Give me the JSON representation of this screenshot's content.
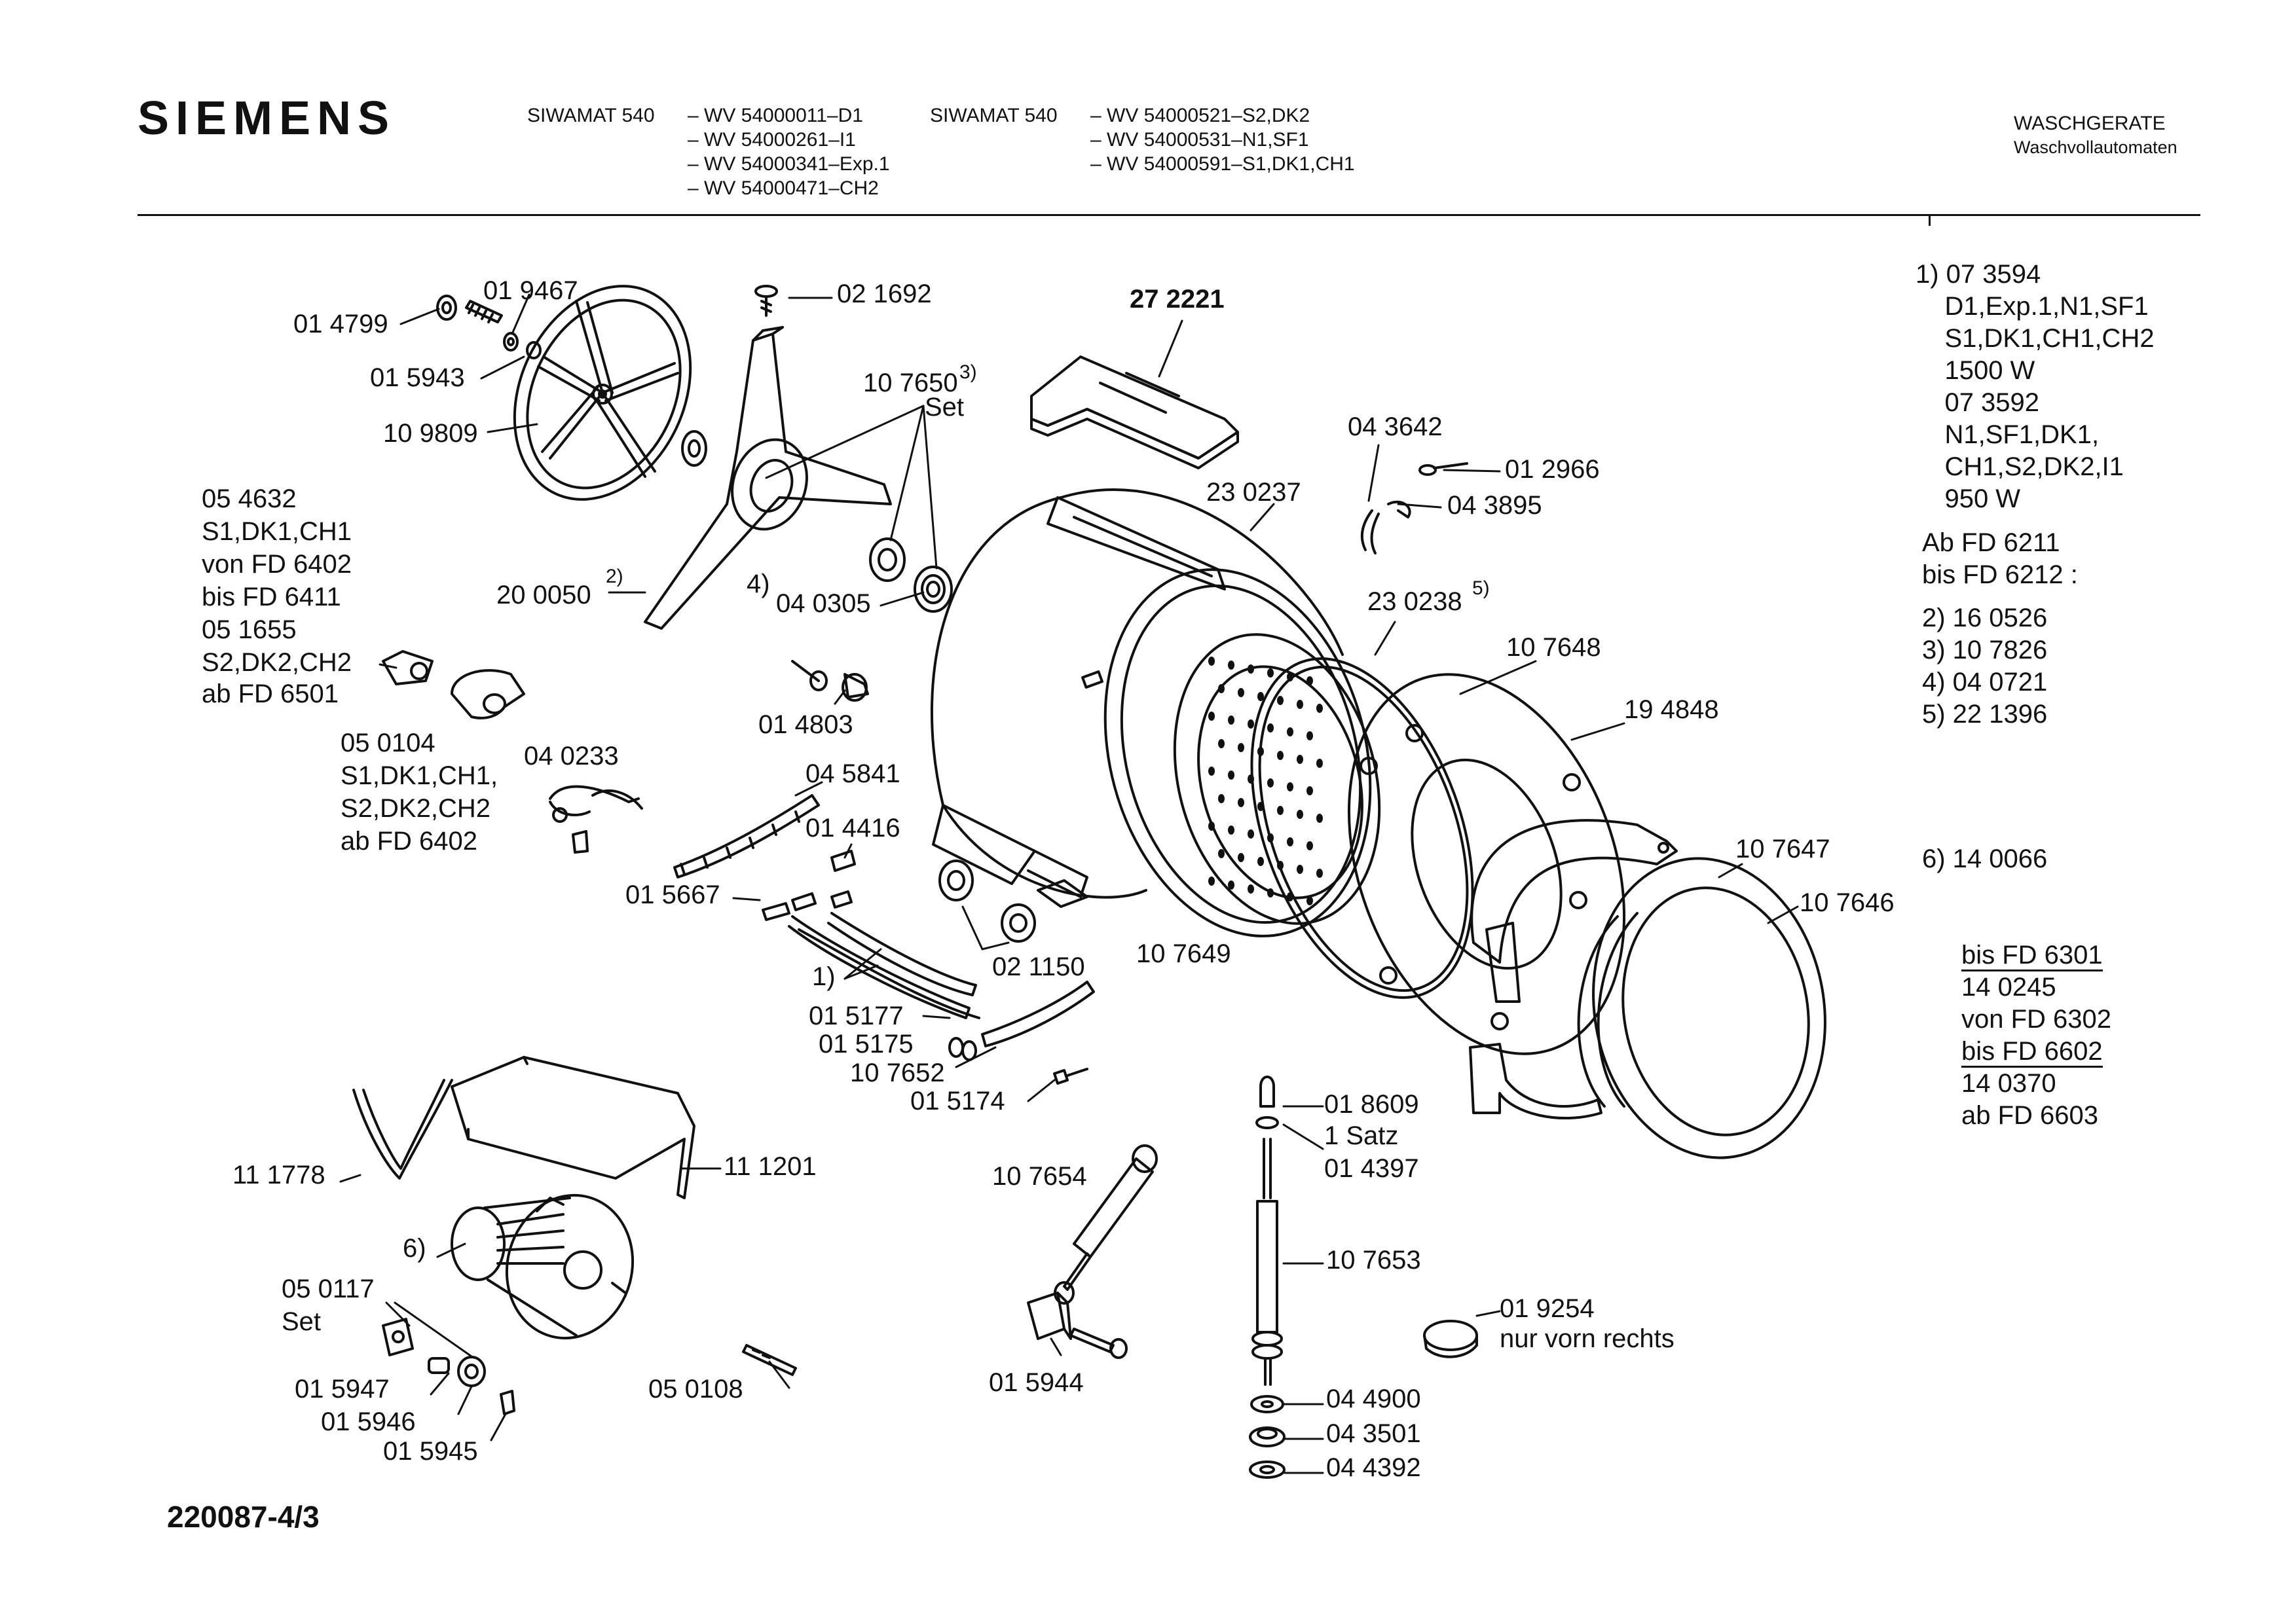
{
  "header": {
    "brand": "SIEMENS",
    "model_left": {
      "title": "SIWAMAT 540",
      "variants": [
        "– WV 54000011–D1",
        "– WV 54000261–I1",
        "– WV 54000341–Exp.1",
        "– WV 54000471–CH2"
      ]
    },
    "model_right": {
      "title": "SIWAMAT 540",
      "variants": [
        "– WV 54000521–S2,DK2",
        "– WV 54000531–N1,SF1",
        "– WV 54000591–S1,DK1,CH1"
      ]
    },
    "category": "WASCHGERATE",
    "subcategory": "Waschvollautomaten"
  },
  "document_number": "220087-4/3",
  "labels": [
    {
      "id": "l01",
      "text": "01 4799"
    },
    {
      "id": "l02",
      "text": "01 9467"
    },
    {
      "id": "l03",
      "text": "01 5943"
    },
    {
      "id": "l04",
      "text": "10 9809"
    },
    {
      "id": "l05",
      "text": "02 1692"
    },
    {
      "id": "l06",
      "text": "10 7650"
    },
    {
      "id": "l07",
      "text": "3)"
    },
    {
      "id": "l08",
      "text": "Set"
    },
    {
      "id": "l09",
      "text": "27 2221"
    },
    {
      "id": "l10",
      "text": "04 3642"
    },
    {
      "id": "l11",
      "text": "01 2966"
    },
    {
      "id": "l12",
      "text": "04 3895"
    },
    {
      "id": "l13",
      "text": "23 0237"
    },
    {
      "id": "l14",
      "text": "23 0238"
    },
    {
      "id": "l15",
      "text": "5)"
    },
    {
      "id": "l16",
      "text": "10 7648"
    },
    {
      "id": "l17",
      "text": "19 4848"
    },
    {
      "id": "l18",
      "text": "10 7647"
    },
    {
      "id": "l19",
      "text": "10 7646"
    },
    {
      "id": "l20",
      "text": "05 4632"
    },
    {
      "id": "l21",
      "text": "S1,DK1,CH1"
    },
    {
      "id": "l22",
      "text": "von FD 6402"
    },
    {
      "id": "l23",
      "text": "bis FD 6411"
    },
    {
      "id": "l24",
      "text": "05 1655"
    },
    {
      "id": "l25",
      "text": "S2,DK2,CH2"
    },
    {
      "id": "l26",
      "text": "ab FD 6501"
    },
    {
      "id": "l27",
      "text": "20 0050"
    },
    {
      "id": "l28",
      "text": "2)"
    },
    {
      "id": "l29",
      "text": "4)"
    },
    {
      "id": "l30",
      "text": "04 0305"
    },
    {
      "id": "l31",
      "text": "01 4803"
    },
    {
      "id": "l32",
      "text": "05 0104"
    },
    {
      "id": "l33",
      "text": "S1,DK1,CH1,"
    },
    {
      "id": "l34",
      "text": "S2,DK2,CH2"
    },
    {
      "id": "l35",
      "text": "ab FD 6402"
    },
    {
      "id": "l36",
      "text": "04 0233"
    },
    {
      "id": "l37",
      "text": "04 5841"
    },
    {
      "id": "l38",
      "text": "01 4416"
    },
    {
      "id": "l39",
      "text": "01 5667"
    },
    {
      "id": "l40",
      "text": "1)"
    },
    {
      "id": "l41",
      "text": "02 1150"
    },
    {
      "id": "l42",
      "text": "10 7649"
    },
    {
      "id": "l43",
      "text": "01 5177"
    },
    {
      "id": "l44",
      "text": "01 5175"
    },
    {
      "id": "l45",
      "text": "10 7652"
    },
    {
      "id": "l46",
      "text": "01 5174"
    },
    {
      "id": "l47",
      "text": "01 8609"
    },
    {
      "id": "l48",
      "text": "1 Satz"
    },
    {
      "id": "l49",
      "text": "01 4397"
    },
    {
      "id": "l50",
      "text": "11 1778"
    },
    {
      "id": "l51",
      "text": "11 1201"
    },
    {
      "id": "l52",
      "text": "10 7654"
    },
    {
      "id": "l53",
      "text": "10 7653"
    },
    {
      "id": "l54",
      "text": "6)"
    },
    {
      "id": "l55",
      "text": "05 0117"
    },
    {
      "id": "l56",
      "text": "Set"
    },
    {
      "id": "l57",
      "text": "01 9254"
    },
    {
      "id": "l58",
      "text": "nur vorn rechts"
    },
    {
      "id": "l59",
      "text": "01 5947"
    },
    {
      "id": "l60",
      "text": "01 5946"
    },
    {
      "id": "l61",
      "text": "01 5945"
    },
    {
      "id": "l62",
      "text": "05 0108"
    },
    {
      "id": "l63",
      "text": "01 5944"
    },
    {
      "id": "l64",
      "text": "04 4900"
    },
    {
      "id": "l65",
      "text": "04 3501"
    },
    {
      "id": "l66",
      "text": "04 4392"
    }
  ],
  "notes": {
    "n1": [
      "1) 07 3594",
      "    D1,Exp.1,N1,SF1",
      "    S1,DK1,CH1,CH2",
      "    1500 W",
      "    07 3592",
      "    N1,SF1,DK1,",
      "    CH1,S2,DK2,I1",
      "    950 W"
    ],
    "n2": [
      "Ab FD 6211",
      "bis FD 6212 :"
    ],
    "n3": [
      "2) 16 0526",
      "3) 10 7826",
      "4) 04 0721",
      "5) 22 1396"
    ],
    "n6_head": "6) 14 0066",
    "n6_rows": [
      {
        "text": "bis FD 6301",
        "underline": true
      },
      {
        "text": "14 0245",
        "underline": false
      },
      {
        "text": "von FD 6302",
        "underline": false
      },
      {
        "text": "bis FD 6602",
        "underline": true
      },
      {
        "text": "14 0370",
        "underline": false
      },
      {
        "text": "ab FD 6603",
        "underline": false
      }
    ]
  }
}
